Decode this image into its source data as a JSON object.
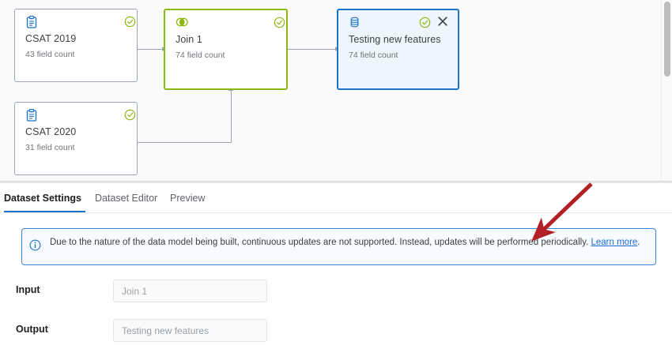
{
  "canvas": {
    "background_color": "#fafafa",
    "nodes": [
      {
        "id": "csat-2019",
        "icon": "clipboard-icon",
        "icon_color": "#1a73c9",
        "title": "CSAT 2019",
        "subtitle": "43 field count",
        "status_icon": "check-circle-icon",
        "status_color": "#8cb811",
        "state": "default",
        "has_close": false
      },
      {
        "id": "join-1",
        "icon": "join-icon",
        "icon_color": "#8cb811",
        "title": "Join 1",
        "subtitle": "74 field count",
        "status_icon": "check-circle-icon",
        "status_color": "#8cb811",
        "state": "selected-green",
        "has_close": false
      },
      {
        "id": "csat-2020",
        "icon": "clipboard-icon",
        "icon_color": "#1a73c9",
        "title": "CSAT 2020",
        "subtitle": "31 field count",
        "status_icon": "check-circle-icon",
        "status_color": "#8cb811",
        "state": "default",
        "has_close": false
      },
      {
        "id": "testing-new-features",
        "icon": "database-icon",
        "icon_color": "#1a73c9",
        "title": "Testing new features",
        "subtitle": "74 field count",
        "status_icon": "check-circle-icon",
        "status_color": "#8cb811",
        "state": "selected-blue",
        "has_close": true,
        "close_icon": "close-icon"
      }
    ],
    "scrollbar": {
      "orientation": "vertical",
      "thumb_color": "#bdbdbd"
    }
  },
  "panel": {
    "tabs": [
      {
        "label": "Dataset Settings",
        "active": true
      },
      {
        "label": "Dataset Editor",
        "active": false
      },
      {
        "label": "Preview",
        "active": false
      }
    ],
    "active_tab_underline_color": "#1a73c9",
    "banner": {
      "icon": "info-circle-icon",
      "icon_color": "#1a73c9",
      "text": "Due to the nature of the data model being built, continuous updates are not supported. Instead, updates will be performed periodically. ",
      "link_label": "Learn more",
      "text_suffix": ".",
      "border_color": "#3a87d4",
      "background_color": "#f7fafe"
    },
    "form": {
      "rows": [
        {
          "label": "Input",
          "value": "Join 1"
        },
        {
          "label": "Output",
          "value": "Testing new features"
        }
      ]
    }
  },
  "annotation": {
    "type": "arrow",
    "color": "#b32025"
  }
}
